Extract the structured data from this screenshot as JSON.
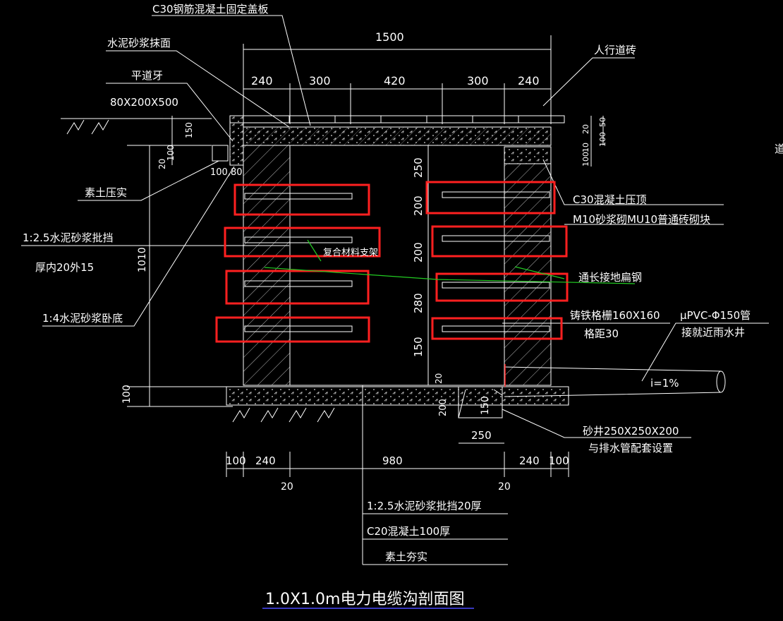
{
  "title": "1.0X1.0m电力电缆沟剖面图",
  "colors": {
    "background": "#000000",
    "linework": "#ffffff",
    "highlight": "#ff2020",
    "ground_wire": "#22cc22",
    "title_underline": "#4a4aff"
  },
  "dimensions": {
    "total_width": "1500",
    "top_segments": [
      "240",
      "300",
      "420",
      "300",
      "240"
    ],
    "bottom_segments": [
      "100",
      "240",
      "980",
      "240",
      "100"
    ],
    "bottom_offsets": [
      "20",
      "20"
    ],
    "left_height": "1010",
    "left_base": "100",
    "inner_heights": [
      "250",
      "200",
      "200",
      "280",
      "150"
    ],
    "curb_150": "150",
    "curb_100": "100",
    "curb_20": "20",
    "right_20": "20",
    "right_50": "50",
    "right_10": "10",
    "right_100": "100",
    "floor_20": "20",
    "sump_200": "200",
    "sump_150": "150",
    "sump_250": "250",
    "block_label": "100,80"
  },
  "labels": {
    "cover_slab": "C30钢筋混凝土固定盖板",
    "mortar_surface": "水泥砂浆抹面",
    "curb_name": "平道牙",
    "curb_size": "80X200X500",
    "sidewalk_brick": "人行道砖",
    "compacted_soil": "素土压实",
    "plaster_1": "1:2.5水泥砂浆批挡",
    "plaster_1_note": "厚内20外15",
    "bedding_mortar": "1:4水泥砂浆卧底",
    "composite_bracket": "复合材料支架",
    "c30_coping": "C30混凝土压顶",
    "brick_wall": "M10砂浆砌MU10普通砖砌块",
    "ground_flat_steel": "通长接地扁钢",
    "grating_1": "铸铁格栅160X160",
    "grating_2": "格距30",
    "pipe_1": "μPVC-Φ150管",
    "pipe_2": "接就近雨水井",
    "slope": "i=1%",
    "sand_well_1": "砂井250X250X200",
    "sand_well_2": "与排水管配套设置",
    "floor_layer_1": "1:2.5水泥砂浆批挡20厚",
    "floor_layer_2": "C20混凝土100厚",
    "floor_layer_3": "素土夯实",
    "edge_glyph": "道"
  }
}
